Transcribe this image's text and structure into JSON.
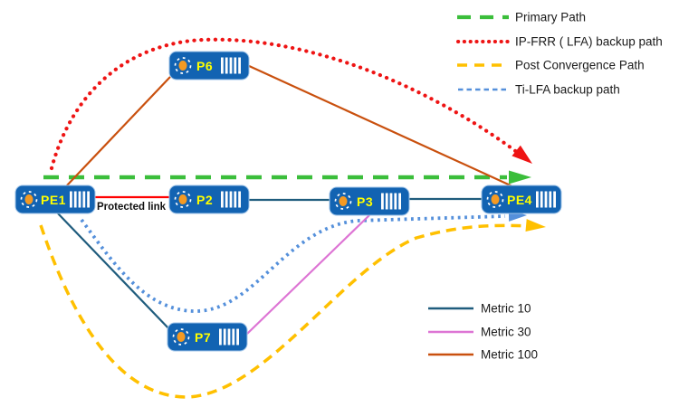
{
  "colors": {
    "router_fill": "#1263B2",
    "router_border": "#9ec3e8",
    "router_label_yellow": "#FFFF00",
    "icon_orange": "#F59A23",
    "primary_green": "#3BBE3B",
    "ipfrr_red": "#EE1414",
    "post_convergence_gold": "#FFC000",
    "tilfa_blue": "#5590DB",
    "metric10_teal": "#1F5C7D",
    "metric30_magenta": "#DD74D4",
    "metric100_orange": "#C9500E",
    "protected_link_red": "#FF0000",
    "legend_text": "#1a1a1a"
  },
  "routers": {
    "pe1": "PE1",
    "p2": "P2",
    "p3": "P3",
    "pe4": "PE4",
    "p6": "P6",
    "p7": "P7"
  },
  "labels": {
    "protected_link": "Protected link"
  },
  "path_legend": [
    {
      "label": "Primary Path",
      "style": "green-dashed"
    },
    {
      "label": "IP-FRR ( LFA) backup path",
      "style": "red-dotted"
    },
    {
      "label": "Post Convergence Path",
      "style": "gold-dashed"
    },
    {
      "label": "Ti-LFA backup path",
      "style": "blue-dashed"
    }
  ],
  "metric_legend": [
    {
      "label": "Metric 10",
      "metric": 10
    },
    {
      "label": "Metric 30",
      "metric": 30
    },
    {
      "label": "Metric 100",
      "metric": 100
    }
  ]
}
